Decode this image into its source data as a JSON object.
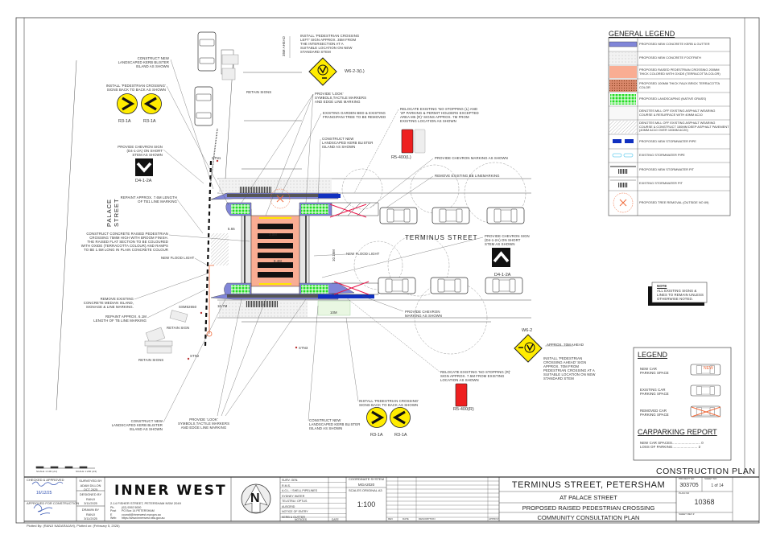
{
  "drawing": {
    "street_terminus": "TERMINUS   STREET",
    "street_palace": "PALACE   STREET",
    "notes": {
      "blister_top_left": "CONSTRUCT NEW\nLANDSCAPED KERB BLISTER\nISLAND AS SHOWN",
      "ped_signs_top": "INSTALL 'PEDESTRIAN CROSSING'\nSIGNS BACK TO BACK AS SHOWN",
      "chevron_sign_left": "PROVIDE CHEVRON SIGN\n(D4-1-2A) ON SHORT\nSTEM AS SHOWN",
      "repaint_tb1": "REPAINT APPROX. 7.6m LENGTH\nOF TB1 LINE MARKING",
      "raised_crossing": "CONSTRUCT CONCRETE RAISED PEDESTRIAN\nCROSSING 75mm HIGH WITH BROOM FINISH.\nTHE RAISED FLAT SECTION TO BE COLOURED\nWITH OXIDE (TERRACOTTA COLOUR) AND RAMPS\nTO BE 1.5m LONG IN PLAIN CONCRETE COLOUR",
      "flood_light_left": "NEW FLOOD LIGHT",
      "remove_median": "REMOVE EXISTING\nCONCRETE MEDIAN ISLAND,\nSIGNAGE & LINE MARKING.",
      "repaint_tb": "REPAINT APPROX. 6.1m\nLENGTH OF  TB LINE MARKING",
      "retain_sign": "RETAIN SIGN",
      "retain_signs_left": "RETAIN SIGNS",
      "blister_bottom_left": "CONSTRUCT NEW\nLANDSCAPED KERB BLISTER\nISLAND AS SHOWN",
      "look_bottom": "PROVIDE 'LOOK'\nSYMBOLS,TACTILE MARKERS\nAND EDGE LINE MARKING",
      "blister_bottom_right": "CONSTRUCT NEW\nLANDSCAPED KERB BLISTER\nISLAND AS SHOWN",
      "ped_signs_bottom": "INSTALL 'PEDESTRIAN CROSSING'\nSIGNS BACK TO BACK AS SHOWN",
      "relocate_no_stopping_r": "RELOCATE EXISTING 'NO STOPPING (R)'\nSIGN APPROX. 7.5m FROM EXISTING\nLOCATION AS SHOWN",
      "approx_70m": "APPROX. 70m AHEAD",
      "crossing_ahead": "INSTALL 'PEDESTRIAN\nCROSSING AHEAD' SIGN\nAPPROX. 70m FROM\nPEDESTRIAN CROSSING AT A\nSUITABLE LOCATION ON NEW\nSTANDARD STEM",
      "chevron_marking_bottom": "PROVIDE CHEVRON\nMARKING AS SHOWN",
      "crossing_left_sign": "INSTALL 'PEDESTRIAN CROSSING\nLEFT' SIGN APPROX. 35m FROM\nTHE INTERSECTION AT A\nSUITABLE LOCATION ON NEW\nSTANDARD STEM",
      "ahead_35m": "35m AHEAD",
      "retain_signs_top": "RETAIN SIGNS",
      "look_top": "PROVIDE 'LOOK'\nSYMBOLS,TACTILE MARKERS\nAND EDGE LINE MARKING",
      "garden_bed": "EXISTING GARDEN BED & EXISTING\nFRANGIPANI TREE TO BE REMOVED",
      "blister_top_right": "CONSTRUCT NEW\nLANDSCAPED KERB BLISTER\nISLAND AS SHOWN",
      "relocate_no_stopping_l": "RELOCATE EXISTING 'NO STOPPING (L) AND\n'2P PARKING & PERMIT HOLDERS EXCEPTED\nAREA M5 (R)' SIGNS APPROX. 7m FROM\nEXISTING LOCATION AS SHOWN",
      "chevron_marking_top": "PROVIDE CHEVRON MARKING AS SHOWN",
      "remove_bb": "REMOVE EXISTING BB LINEMARKING",
      "chevron_sign_right": "PROVIDE CHEVRON SIGN\n(D4-1-2A) ON SHORT\nSTEM AS SHOWN",
      "flood_light_right": "NEW FLOOD LIGHT"
    },
    "sign_codes": {
      "r3_1a": "R3-1A",
      "d4_1_2a": "D4-1-2A",
      "w6_2_3l": "W6-2-3(L)",
      "w6_2": "W6-2",
      "r5_400l": "R5-400(L)",
      "r5_400r": "R5-400(R)"
    },
    "stations": {
      "stn1": "STN1",
      "stn2": "STN2",
      "stn3": "STN3",
      "ssm": "SSM52650"
    },
    "dimensions": {
      "d1": "5.65",
      "d2": "3.0m",
      "d3": "9.4m",
      "d4": "10.7m",
      "d5": "10m",
      "d6": "10.15m"
    }
  },
  "general_legend": {
    "title": "GENERAL  LEGEND",
    "items": [
      "PROPOSED NEW CONCRETE KERB & GUTTER",
      "PROPOSED NEW CONCRETE FOOTPATH",
      "PROPOSED RAISED PEDESTRIAN CROSSING 200mm THICK COLORED WITH OXIDE (TERRACOTTA COLOR)",
      "PROPOSED 100mm THICK FAUX BRICK TERRACOTTA COLOR",
      "PROPOSED LANDSCAPING (NATIVE GRASS)",
      "DENOTES MILL OFF EXISTING ASPHALT WEARING COURSE & RESURFACE WITH 40mm AC10",
      "DENOTES MILL OFF EXISTING ASPHALT WEARING COURSE & CONSTRUCT 150mm DEEP ASPHALT PAVEMENT (40mm AC10 OVER 100mm AC20)",
      "PROPOSED NEW STORMWATER PIPE",
      "EXISTING STORMWATER PIPE",
      "PROPOSED NEW STORMWATER PIT",
      "EXISTING STORMWATER PIT",
      "PROPOSED TREE REMOVAL (OUTSIDE No 89)"
    ],
    "colors": {
      "kerb": "#7b7fd6",
      "crossing": "#f9ad93",
      "brick": "#c9744f",
      "grass": "#22dd22",
      "pipe_new": "#1030c0",
      "pipe_existing": "#7fd8f0",
      "tree_removal": "#f06a3a"
    }
  },
  "note_box": {
    "title": "NOTE",
    "text": "ALL EXISTING SIGNS &\nLINES TO REMAIN UNLESS\nOTHERWISE NOTED."
  },
  "legend": {
    "title": "LEGEND",
    "new_car": "NEW CAR\nPARKING SPACE",
    "new_tag": "NEW",
    "existing_car": "EXISTING CAR\nPARKING SPACE",
    "removed_car": "REMOVED CAR\nPARKING SPACE"
  },
  "carparking_report": {
    "title": "CARPARKING  REPORT",
    "new_spaces": "NEW CAR SPACES...........................  0",
    "loss": "LOSS OF PARKING........................  2"
  },
  "scale_bar": {
    "left": "SCALE 1:100 (A1)",
    "right": "SCALE 1:200 (A3)"
  },
  "title_block": {
    "construction_plan": "CONSTRUCTION  PLAN",
    "checked_label": "CHECKED & APPROVED",
    "checked_date": "16/12/25",
    "approved_label": "APPROVED FOR CONSTRUCTION",
    "surveyed_label": "SURVEYED BY",
    "surveyed_name": "ADAM DILLON",
    "surveyed_date": "OCT 2025",
    "designed_label": "DESIGNED BY",
    "designed_name": "RANJI",
    "designed_date": "3/11/2025",
    "drawn_label": "DRAWN BY",
    "drawn_name": "RANJI",
    "drawn_date": "3/11/2025",
    "council_logo": "INNER WEST",
    "address": "2-14 FISHER STREET, PETERSHAM NSW 2049",
    "contact": [
      {
        "k": "Ph.",
        "v": "(02) 9392 5000"
      },
      {
        "k": "Post",
        "v": "PO Box 14 PETERSHAM"
      },
      {
        "k": "E",
        "v": "council@innerwest.nsw.gov.au"
      },
      {
        "k": "Web",
        "v": "https://www.innerwest.nsw.gov.au"
      }
    ],
    "north": "N",
    "notices": [
      "SURV. GEN.",
      "R.M.S.",
      "A.G.L. / SHELL PIPELINES",
      "SYDNEY WATER",
      "TELSTRA / OPTUS",
      "AUSGRID",
      "NOTICE OF ENTRY",
      "KERB & GUTTER"
    ],
    "notices_header": "NOTICES",
    "date_header": "DATE",
    "coordinate_label": "COORDINATE SYSTEM",
    "coordinate_value": "MGA2020",
    "scales_label": "SCALES  ORIGINAL A3",
    "scale_value": "1:100",
    "rev_headers": {
      "rev": "REV",
      "date": "DATE",
      "description": "DESCRIPTION",
      "approv": "APPROV"
    },
    "title": "TERMINUS  STREET,  PETERSHAM",
    "subtitle": "AT  PALACE  STREET",
    "project": "PROPOSED  RAISED  PEDESTRIAN  CROSSING",
    "plan_type": "COMMUNITY  CONSULTATION  PLAN",
    "project_no_label": "PROJECT NO",
    "project_no": "303705",
    "sheet_no_label": "SHEET NO",
    "sheet_no": "1 of 14",
    "plan_no_label": "PLAN NO",
    "plan_no": "10368",
    "sheet_rev_label": "SHEET REV #"
  },
  "plotted": "Plotted By: (RANJI NADARAJAH),   Plotted on: (February 5, 2026)"
}
